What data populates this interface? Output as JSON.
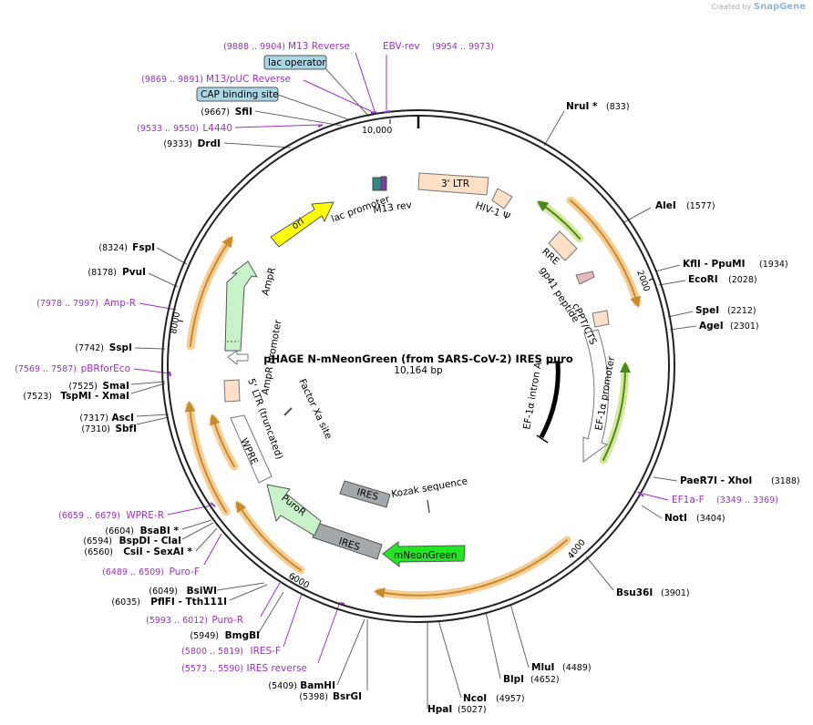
{
  "credit": {
    "prefix": "Created by",
    "brand": "SnapGene"
  },
  "plasmid": {
    "name": "pHAGE N-mNeonGreen (from SARS-CoV-2) IRES puro",
    "length_label": "10,164 bp"
  },
  "ticks": [
    "2000",
    "4000",
    "6000",
    "8000",
    "10,000"
  ],
  "sites": [
    {
      "name": "NruI *",
      "pos": "(833)"
    },
    {
      "name": "AleI",
      "pos": "(1577)"
    },
    {
      "name": "KflI  - PpuMI",
      "pos": "(1934)"
    },
    {
      "name": "EcoRI",
      "pos": "(2028)"
    },
    {
      "name": "SpeI",
      "pos": "(2212)"
    },
    {
      "name": "AgeI",
      "pos": "(2301)"
    },
    {
      "name": "PaeR7I  - XhoI",
      "pos": "(3188)"
    },
    {
      "name": "NotI",
      "pos": "(3404)"
    },
    {
      "name": "Bsu36I",
      "pos": "(3901)"
    },
    {
      "name": "MluI",
      "pos": "(4489)"
    },
    {
      "name": "BlpI",
      "pos": "(4652)"
    },
    {
      "name": "NcoI",
      "pos": "(4957)"
    },
    {
      "name": "HpaI",
      "pos": "(5027)"
    },
    {
      "name": "BsrGI",
      "pos": "(5398)"
    },
    {
      "name": "BamHI",
      "pos": "(5409)"
    },
    {
      "name": "BmgBI",
      "pos": "(5949)"
    },
    {
      "name": "PflFI  - Tth111I",
      "pos": "(6035)"
    },
    {
      "name": "BsiWI",
      "pos": "(6049)"
    },
    {
      "name": "CsiI  - SexAI *",
      "pos": "(6560)"
    },
    {
      "name": "BspDI  - ClaI",
      "pos": "(6594)"
    },
    {
      "name": "BsaBI *",
      "pos": "(6604)"
    },
    {
      "name": "SbfI",
      "pos": "(7310)"
    },
    {
      "name": "AscI",
      "pos": "(7317)"
    },
    {
      "name": "TspMI  - XmaI",
      "pos": "(7523)"
    },
    {
      "name": "SmaI",
      "pos": "(7525)"
    },
    {
      "name": "SspI",
      "pos": "(7742)"
    },
    {
      "name": "PvuI",
      "pos": "(8178)"
    },
    {
      "name": "FspI",
      "pos": "(8324)"
    },
    {
      "name": "DrdI",
      "pos": "(9333)"
    },
    {
      "name": "SfiI",
      "pos": "(9667)"
    }
  ],
  "primers": [
    {
      "name": "EF1a-F",
      "pos": "(3349 .. 3369)"
    },
    {
      "name": "IRES reverse",
      "pos": "(5573 .. 5590)"
    },
    {
      "name": "IRES-F",
      "pos": "(5800 .. 5819)"
    },
    {
      "name": "Puro-R",
      "pos": "(5993 .. 6012)"
    },
    {
      "name": "Puro-F",
      "pos": "(6489 .. 6509)"
    },
    {
      "name": "WPRE-R",
      "pos": "(6659 .. 6679)"
    },
    {
      "name": "pBRforEco",
      "pos": "(7569 .. 7587)"
    },
    {
      "name": "Amp-R",
      "pos": "(7978 .. 7997)"
    },
    {
      "name": "L4440",
      "pos": "(9533 .. 9550)"
    },
    {
      "name": "M13/pUC Reverse",
      "pos": "(9869 .. 9891)"
    },
    {
      "name": "M13 Reverse",
      "pos": "(9888 .. 9904)"
    },
    {
      "name": "EBV-rev",
      "pos": "(9954 .. 9973)"
    }
  ],
  "boxed": [
    {
      "name": "lac operator"
    },
    {
      "name": "CAP binding site"
    }
  ],
  "features": [
    {
      "name": "3' LTR"
    },
    {
      "name": "HIV-1 Ψ"
    },
    {
      "name": "RRE"
    },
    {
      "name": "gp41 peptide"
    },
    {
      "name": "cPPT/CTS"
    },
    {
      "name": "EF-1α promoter"
    },
    {
      "name": "EF-1α intron A"
    },
    {
      "name": "Kozak sequence"
    },
    {
      "name": "IRES"
    },
    {
      "name": "IRES"
    },
    {
      "name": "mNeonGreen"
    },
    {
      "name": "PuroR"
    },
    {
      "name": "WPRE"
    },
    {
      "name": "5' LTR (truncated)"
    },
    {
      "name": "Factor Xa site"
    },
    {
      "name": "AmpR promoter"
    },
    {
      "name": "AmpR"
    },
    {
      "name": "ori"
    },
    {
      "name": "lac promoter"
    },
    {
      "name": "M13 rev"
    }
  ],
  "colors": {
    "backbone": "#222222",
    "site_text": "#000000",
    "primer": "#9b30c8",
    "orange_band": "#f4c27a",
    "orange_arrow": "#c98a2a",
    "green_band": "#cfe48f",
    "green_arrow": "#5a9a1a",
    "ltr": "#fde0c5",
    "gp41": "#e6b8b8",
    "light_green": "#c8f2c8",
    "bright_green": "#22e622",
    "grey": "#a3a8ad",
    "yellow": "#ffff00",
    "box_blue": "#a9d6e5",
    "teal": "#2e8a86",
    "purple": "#7a3fa0"
  }
}
